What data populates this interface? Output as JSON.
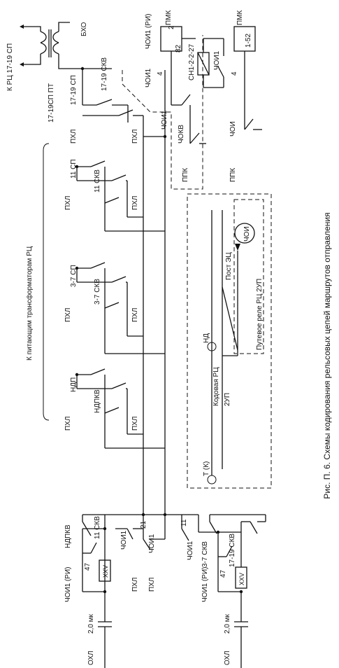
{
  "caption": "Рис. П. 6.  Схемы кодирования рельсовых цепей маршрутов отправления",
  "labels": {
    "to_rc": "К РЦ 17-19 СП",
    "bho": "БХО",
    "sp_17_19_pt": "17-19СП ПТ",
    "sp_17_19": "17-19 СП",
    "skv_17_19": "17-19 СКВ",
    "phl": "ПХЛ",
    "to_transformers": "К питающим трансформаторам РЦ",
    "sp_11": "11 СП",
    "skv_11": "11 СКВ",
    "sp_3_7": "3-7 СП",
    "skv_3_7": "3-7 СКВ",
    "ndp": "НДП",
    "ndpkv": "НДПКВ",
    "choi1_ri": "ЧОИ1 (РИ)",
    "choi1": "ЧОИ1",
    "choi": "ЧОИ",
    "chokv": "ЧОКВ",
    "ppk": "ППК",
    "pmk": "ПМК",
    "sn1": "СН1-2-2-27",
    "n82": "82",
    "n1_52": "1-52",
    "n2": "2",
    "n4": "4",
    "n47": "47",
    "n11": "11",
    "n21": "21",
    "xxv": "XXV",
    "cap_2mk": "2,0 мк",
    "ohl": "ОХЛ",
    "t_k": "Т (К)",
    "nd": "НД",
    "kodovaya_rc": "Кодовая РЦ",
    "rc_2up": "2УП",
    "post_ec": "Пост ЭЦ",
    "putevoe_rele": "Путевое реле РЦ 2УП"
  }
}
